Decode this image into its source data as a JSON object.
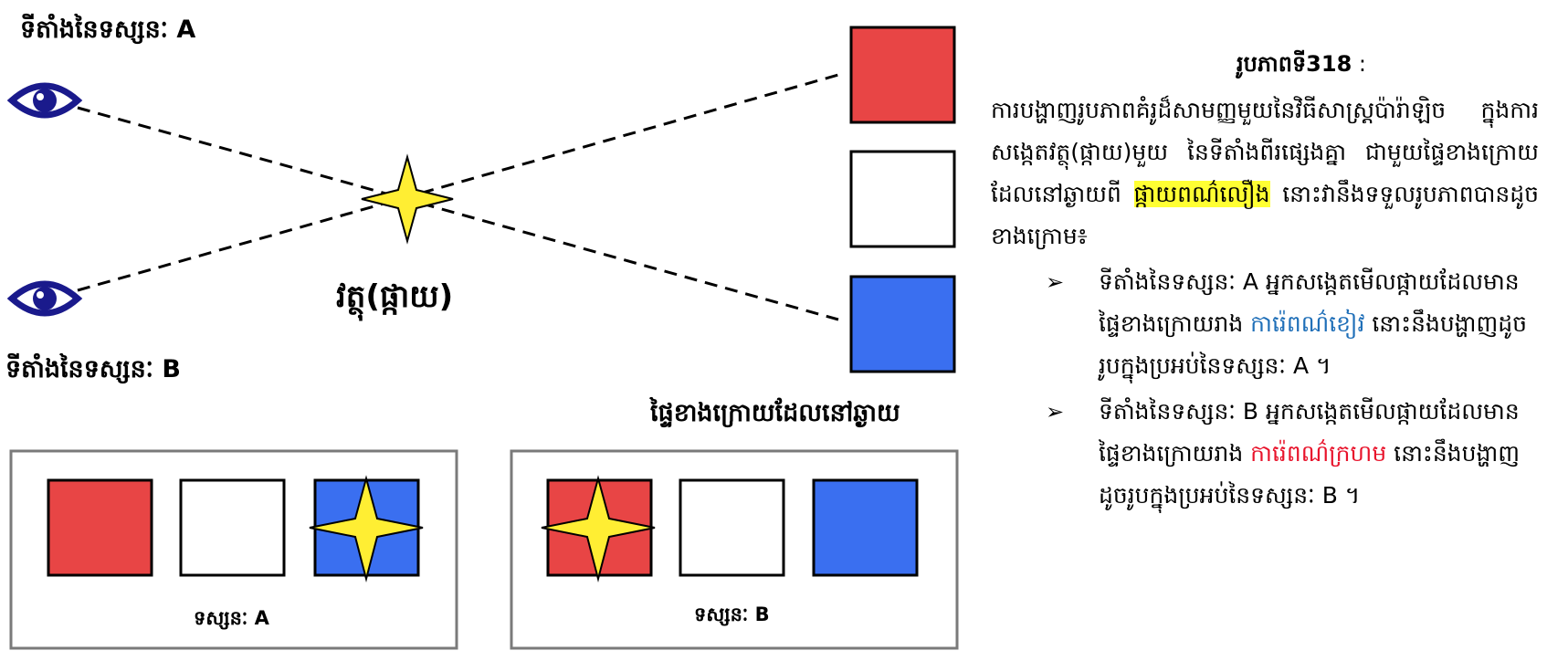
{
  "viewpoints": {
    "a_label": "ទីតាំងនៃទស្សនៈ A",
    "b_label": "ទីតាំងនៃទស្សនៈ B"
  },
  "object_label": "វត្ថុ(ផ្កាយ)",
  "background_label": "ផ្ទៃខាងក្រោយដែលនៅឆ្ងាយ",
  "panels": {
    "a_caption": "ទស្សនៈ A",
    "b_caption": "ទស្សនៈ B"
  },
  "colors": {
    "red": "#e84545",
    "white": "#ffffff",
    "blue": "#3a6ff0",
    "star": "#ffee33",
    "eye": "#1a1a8c",
    "highlight": "#ffff33",
    "blue_text": "#1f6fb8",
    "red_text": "#e8132b"
  },
  "caption": {
    "title": "រូបភាពទី318",
    "title_sep": " :",
    "intro_1": "ការបង្ហាញរូបភាពគំរូដ៏សាមញ្ញមួយនៃវិធីសាស្រ្តប៉ារ៉ាឡិច ក្នុងការសង្កេតវត្ថុ(ផ្កាយ)មួយ នៃទីតាំងពីរផ្សេងគ្នា ជាមួយផ្ទៃខាងក្រោយដែលនៅឆ្ងាយពី ",
    "intro_highlight": "ផ្កាយពណ៌លឿង",
    "intro_2": " នោះវានឹងទទួលរូបភាពបានដូចខាងក្រោម៖",
    "bullet_a_1": "ទីតាំងនៃទស្សនៈ A អ្នកសង្កេតមើលផ្កាយដែលមានផ្ទៃខាងក្រោយរាង ",
    "bullet_a_color": "ការ៉េពណ៌ខៀវ",
    "bullet_a_2": " នោះនឹងបង្ហាញដូចរូបក្នុងប្រអប់នៃទស្សនៈ A ។",
    "bullet_b_1": "ទីតាំងនៃទស្សនៈ B អ្នកសង្កេតមើលផ្កាយដែលមានផ្ទៃខាងក្រោយរាង ",
    "bullet_b_color": "ការ៉េពណ៌ក្រហម",
    "bullet_b_2": " នោះនឹងបង្ហាញដូចរូបក្នុងប្រអប់នៃទស្សនៈ B ។"
  },
  "icons": {
    "eye": "eye-icon",
    "star": "star-icon",
    "bullet": "arrow-bullet-icon"
  }
}
